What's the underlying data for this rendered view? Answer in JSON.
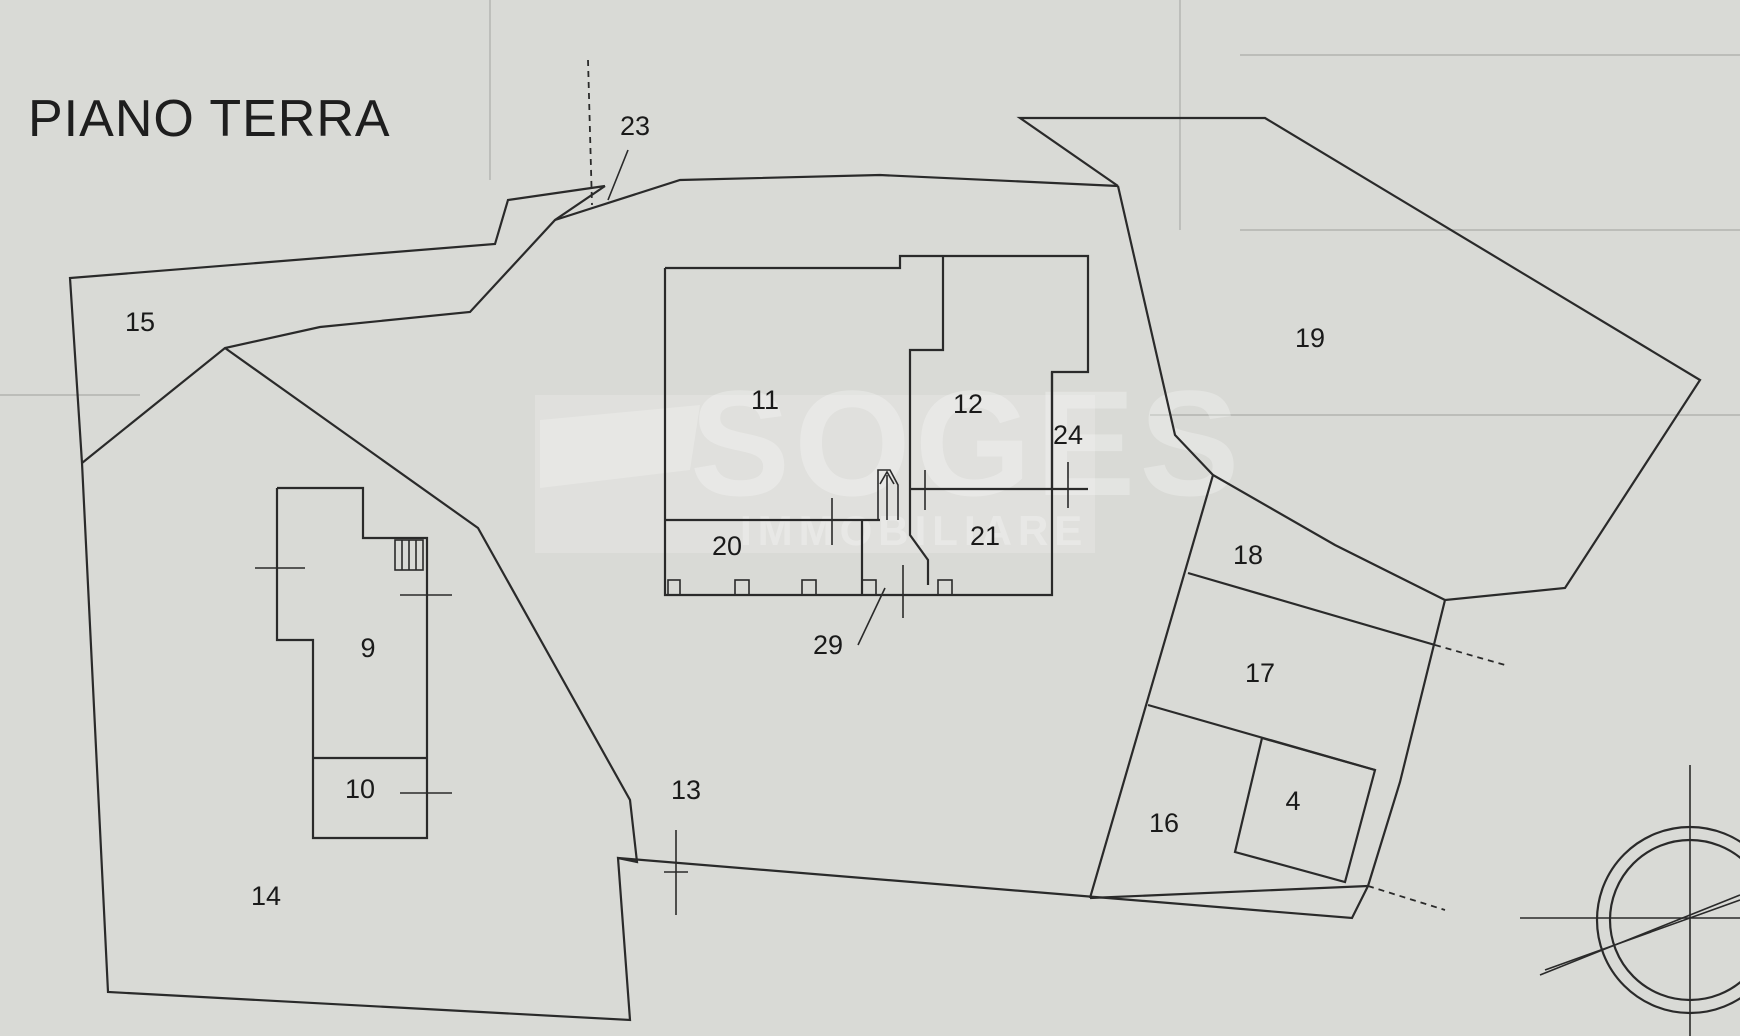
{
  "title": "PIANO TERRA",
  "watermark": {
    "logo_text": "SOGES",
    "sub_text": "IMMOBILIARE"
  },
  "labels": {
    "n4": "4",
    "n9": "9",
    "n10": "10",
    "n11": "11",
    "n12": "12",
    "n13": "13",
    "n14": "14",
    "n15": "15",
    "n16": "16",
    "n17": "17",
    "n18": "18",
    "n19": "19",
    "n20": "20",
    "n21": "21",
    "n23": "23",
    "n24": "24",
    "n29": "29"
  },
  "colors": {
    "paper": "#d9dad6",
    "ink": "#2a2a2a"
  }
}
